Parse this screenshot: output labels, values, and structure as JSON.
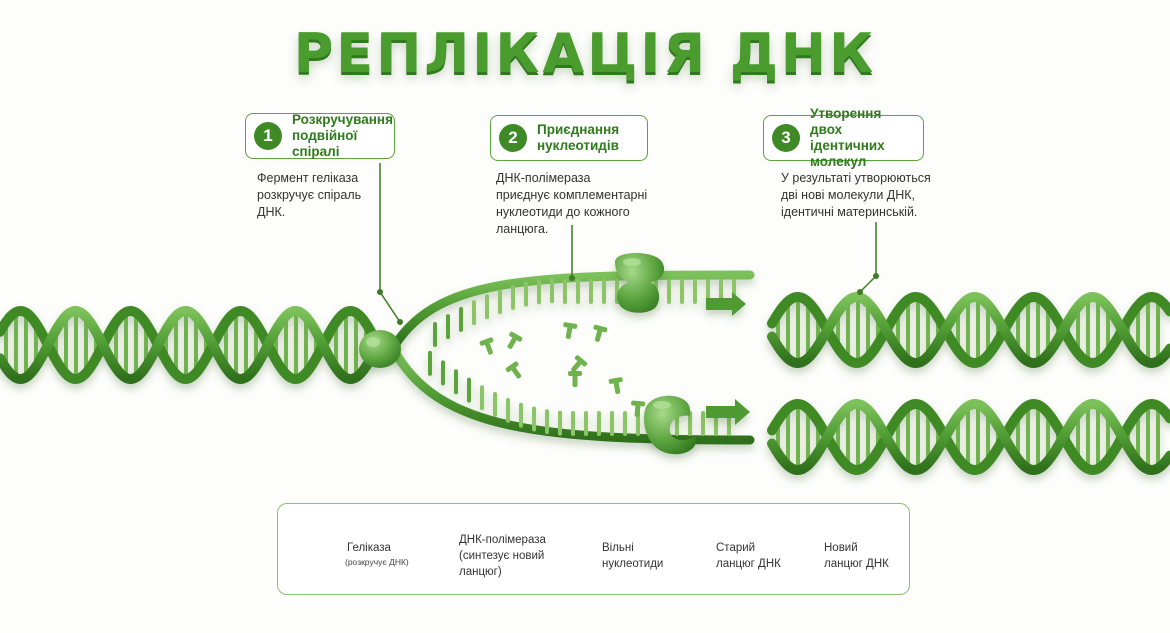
{
  "title": "РЕПЛІКАЦІЯ ДНК",
  "steps": [
    {
      "number": "1",
      "title": "Розкручування\nподвійної спіралі",
      "description": "Фермент геліказа\nрозкручує спіраль\nДНК."
    },
    {
      "number": "2",
      "title": "Приєднання\nнуклеотидів",
      "description": "ДНК-полімераза\nприєднує комплементарні\nнуклеотиди до кожного\nланцюга."
    },
    {
      "number": "3",
      "title": "Утворення двох\nідентичних молекул",
      "description": "У результаті утворюються\nдві нові молекули ДНК,\nідентичні материнській."
    }
  ],
  "legend": {
    "helicase_label": "Геліказа",
    "helicase_sub": "(розкручує ДНК)",
    "polymerase_label": "ДНК-полімераза\n(синтезує новий\nланцюг)",
    "nucleotides_label": "Вільні\nнуклеотиди",
    "old_strand_label": "Старий\nланцюг ДНК",
    "new_strand_label": "Новий\nланцюг ДНК"
  },
  "colors": {
    "dark_green": "#3f8a27",
    "mid_green": "#5aa33d",
    "light_green": "#9fd07e",
    "title_green": "#4a9c2f"
  },
  "icons": [
    "helicase-icon",
    "polymerase-icon",
    "nucleotide-icon",
    "old-strand-icon",
    "new-strand-icon",
    "arrow-right-icon"
  ]
}
